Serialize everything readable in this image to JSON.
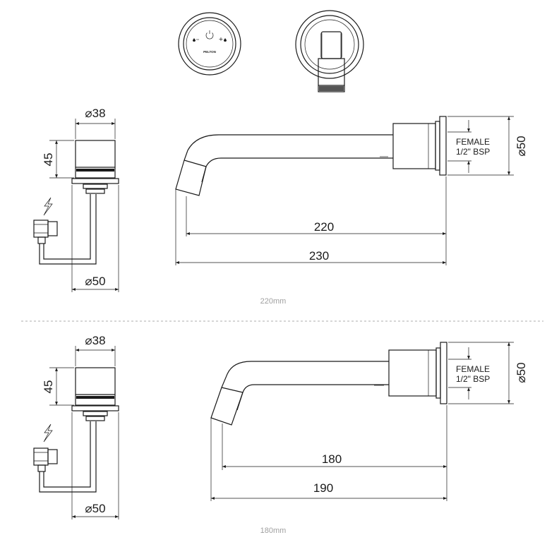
{
  "top_icons": {
    "control_label": "PELTON"
  },
  "views": [
    {
      "id": "220",
      "control_diameter": "⌀38",
      "control_height": "45",
      "base_diameter": "⌀50",
      "inner_length": "220",
      "outer_length": "230",
      "connection_line1": "FEMALE",
      "connection_line2": "1/2\" BSP",
      "flange_diameter": "⌀50",
      "caption": "220mm"
    },
    {
      "id": "180",
      "control_diameter": "⌀38",
      "control_height": "45",
      "base_diameter": "⌀50",
      "inner_length": "180",
      "outer_length": "190",
      "connection_line1": "FEMALE",
      "connection_line2": "1/2\" BSP",
      "flange_diameter": "⌀50",
      "caption": "180mm"
    }
  ]
}
